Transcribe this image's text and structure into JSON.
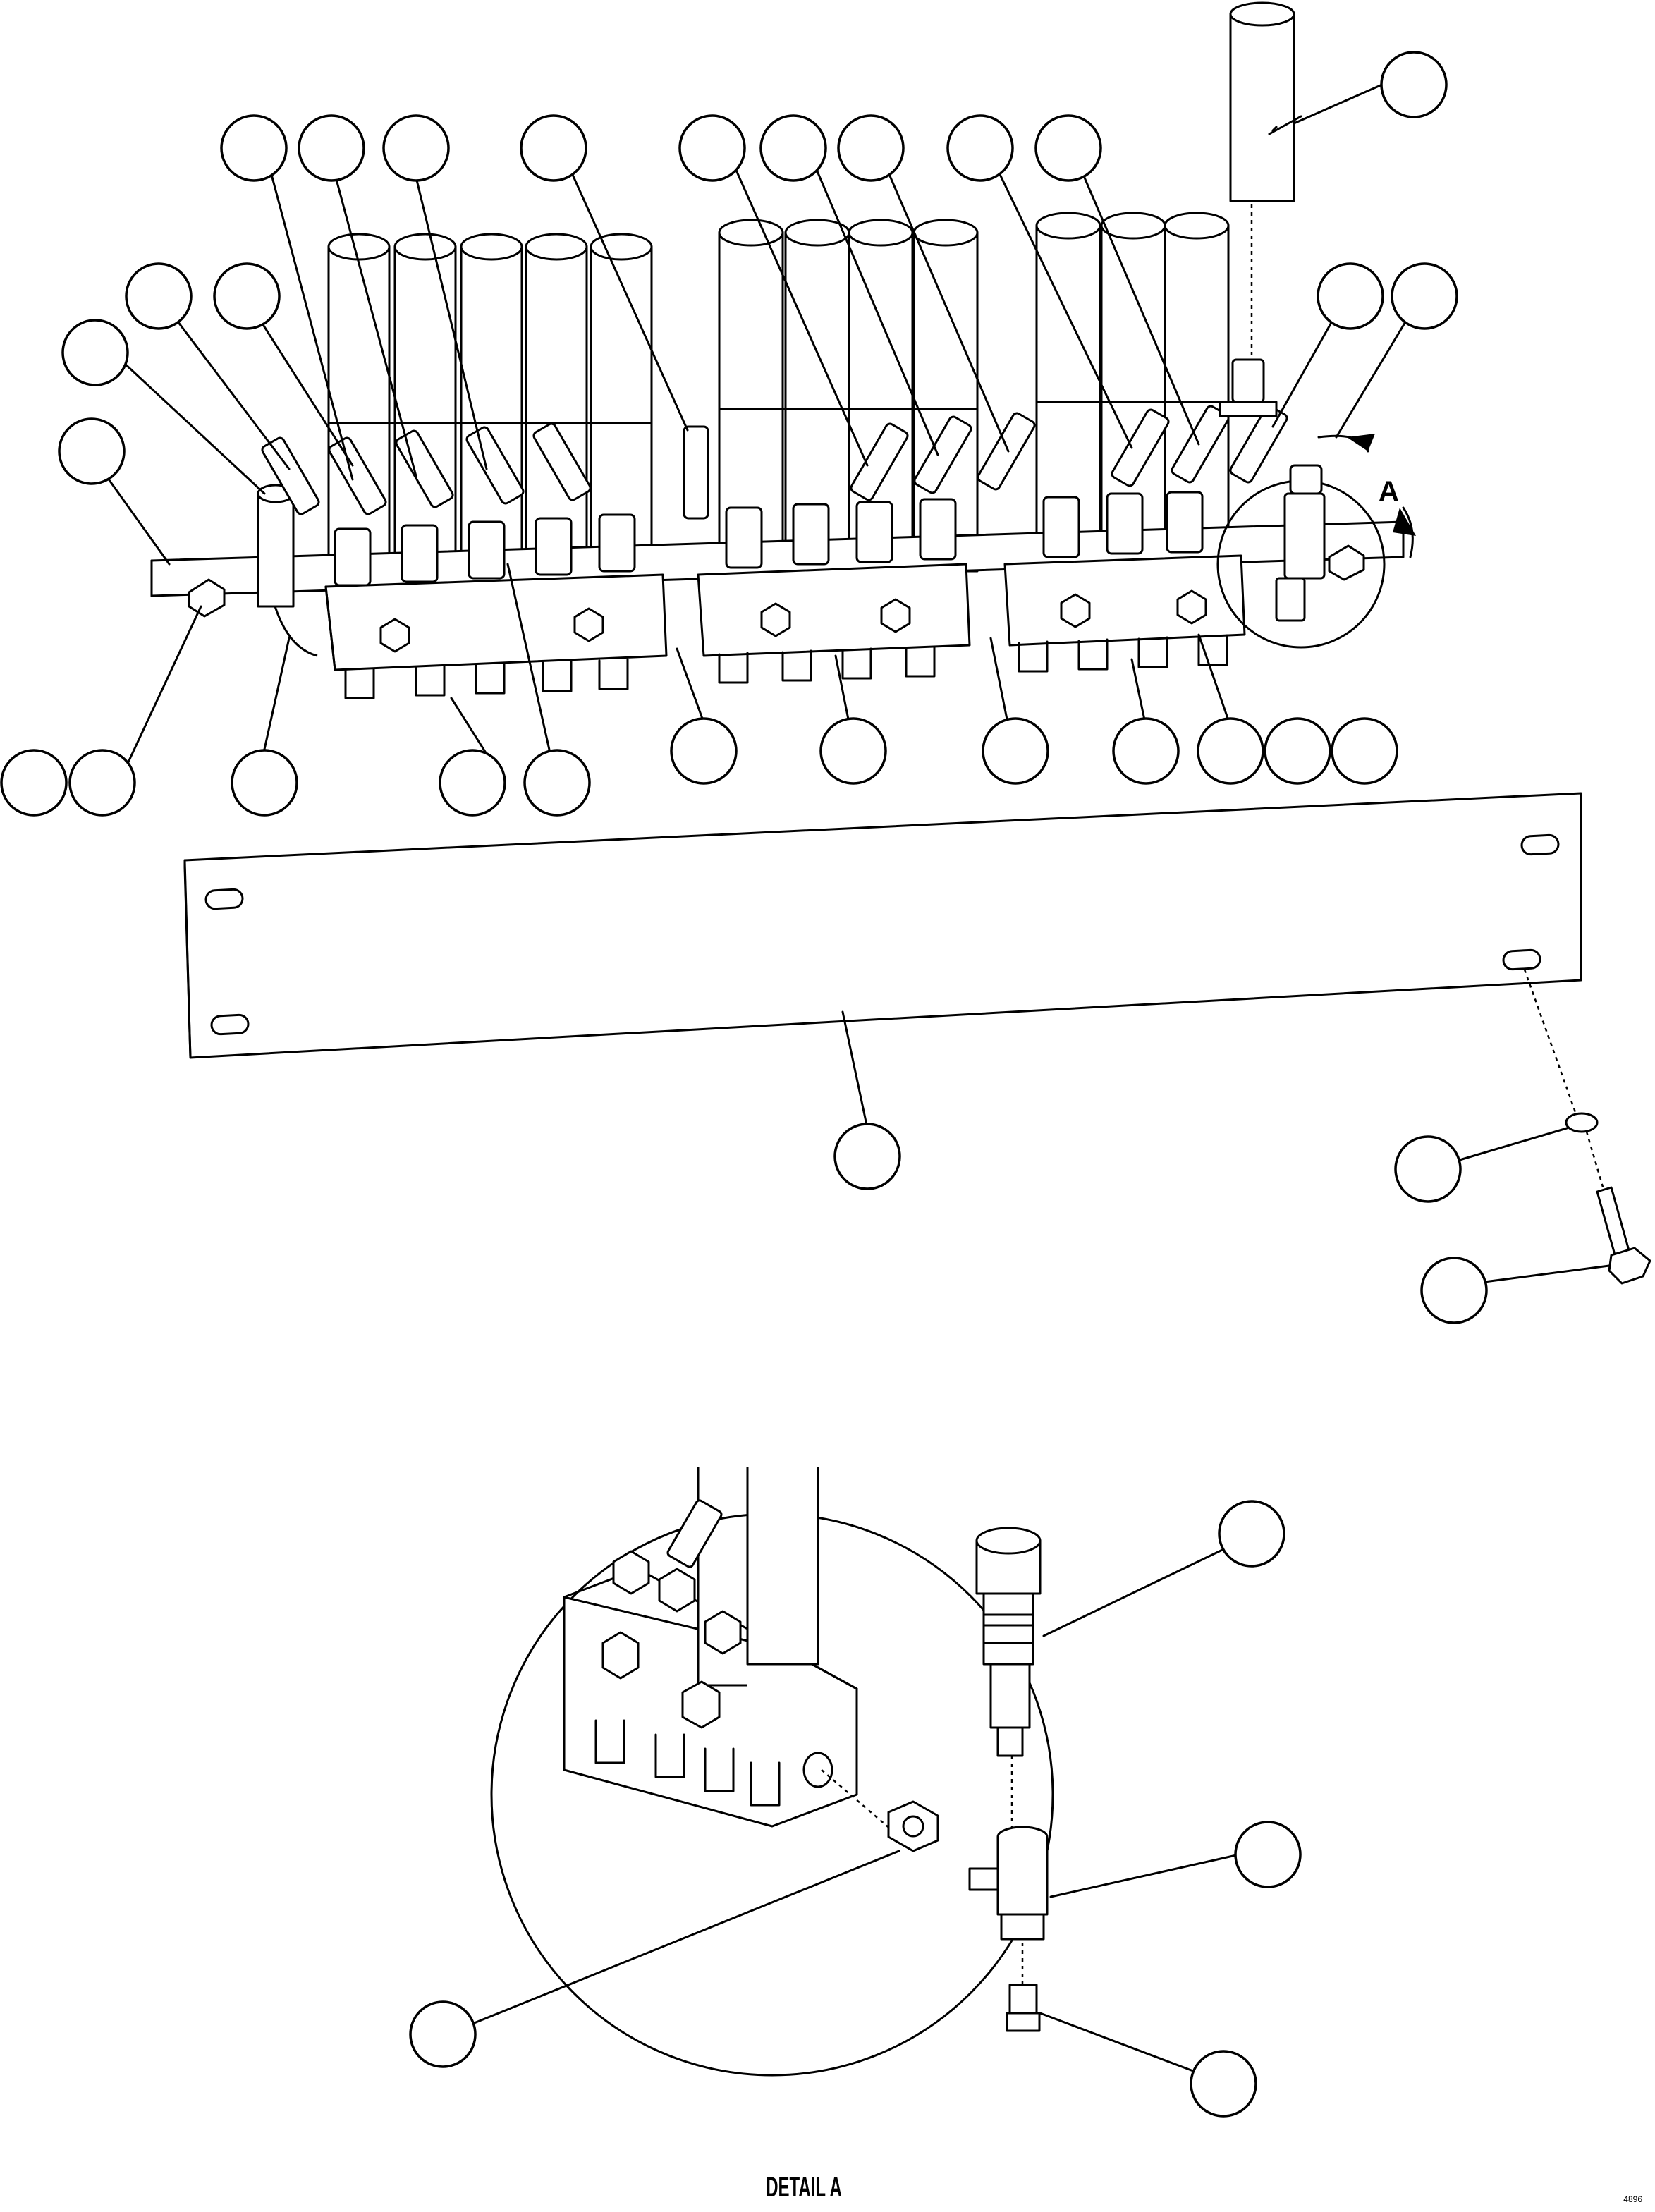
{
  "figure": {
    "detail_callout_letter": "A",
    "detail_title": "DETAIL A",
    "drawing_code": "4896"
  },
  "icons": {
    "callout": "item-balloon-icon",
    "flow_arrow": "rotation-arrow-icon"
  },
  "colors": {
    "line": "#000000",
    "background": "#ffffff"
  }
}
